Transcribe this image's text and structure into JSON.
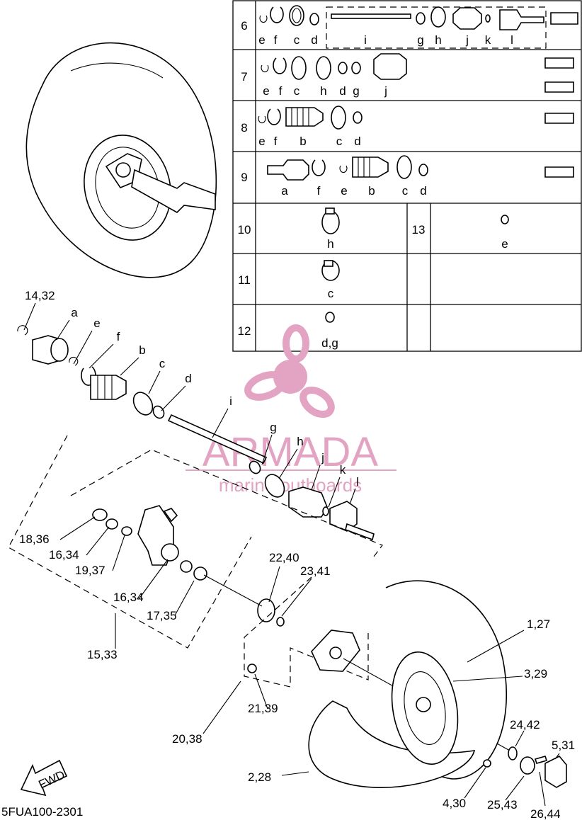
{
  "diagram_code": "5FUA100-2301",
  "fwd_label": "FWD",
  "watermark": {
    "brand": "ARMADA",
    "tagline": "marine outboards",
    "color": "#e3a3c3"
  },
  "table_rows": [
    {
      "num": "6",
      "letters": [
        "e",
        "f",
        "c",
        "d",
        "i",
        "g",
        "h",
        "j",
        "k",
        "l"
      ]
    },
    {
      "num": "7",
      "letters": [
        "e",
        "f",
        "c",
        "h",
        "d",
        "g",
        "j"
      ]
    },
    {
      "num": "8",
      "letters": [
        "e",
        "f",
        "b",
        "c",
        "d"
      ]
    },
    {
      "num": "9",
      "letters": [
        "a",
        "f",
        "e",
        "b",
        "c",
        "d"
      ]
    },
    {
      "num": "10",
      "letters": [
        "h"
      ]
    },
    {
      "num": "11",
      "letters": [
        "c"
      ]
    },
    {
      "num": "12",
      "letters": [
        "d,g"
      ]
    },
    {
      "num": "13",
      "letters": [
        "e"
      ]
    }
  ],
  "shaft_letters": [
    "a",
    "e",
    "f",
    "b",
    "c",
    "d",
    "i",
    "g",
    "h",
    "j",
    "k",
    "l"
  ],
  "callouts": [
    "14,32",
    "18,36",
    "16,34",
    "19,37",
    "16,34",
    "17,35",
    "15,33",
    "22,40",
    "23,41",
    "1,27",
    "3,29",
    "21,39",
    "20,38",
    "24,42",
    "5,31",
    "2,28",
    "4,30",
    "25,43",
    "26,44"
  ]
}
